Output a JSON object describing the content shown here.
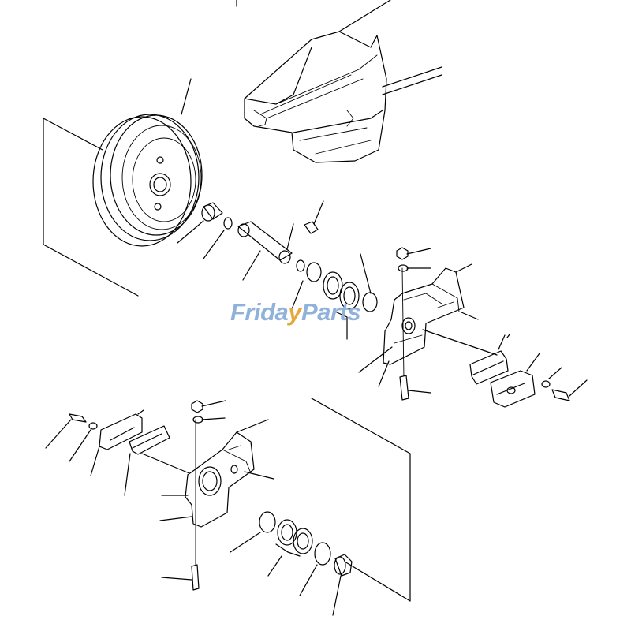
{
  "watermark": {
    "part1": "Frida",
    "part2": "y",
    "part3": "Parts",
    "colors": {
      "primary": "#8fb1da",
      "accent": "#e6a83a"
    }
  }
}
